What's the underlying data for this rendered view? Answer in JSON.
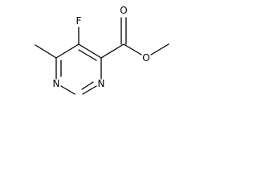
{
  "molecule": {
    "atoms": {
      "fluorine": "F",
      "ring_nitrogen_left": "N",
      "ring_nitrogen_bottom": "N",
      "carbonyl_oxygen": "O",
      "ester_oxygen": "O"
    }
  }
}
